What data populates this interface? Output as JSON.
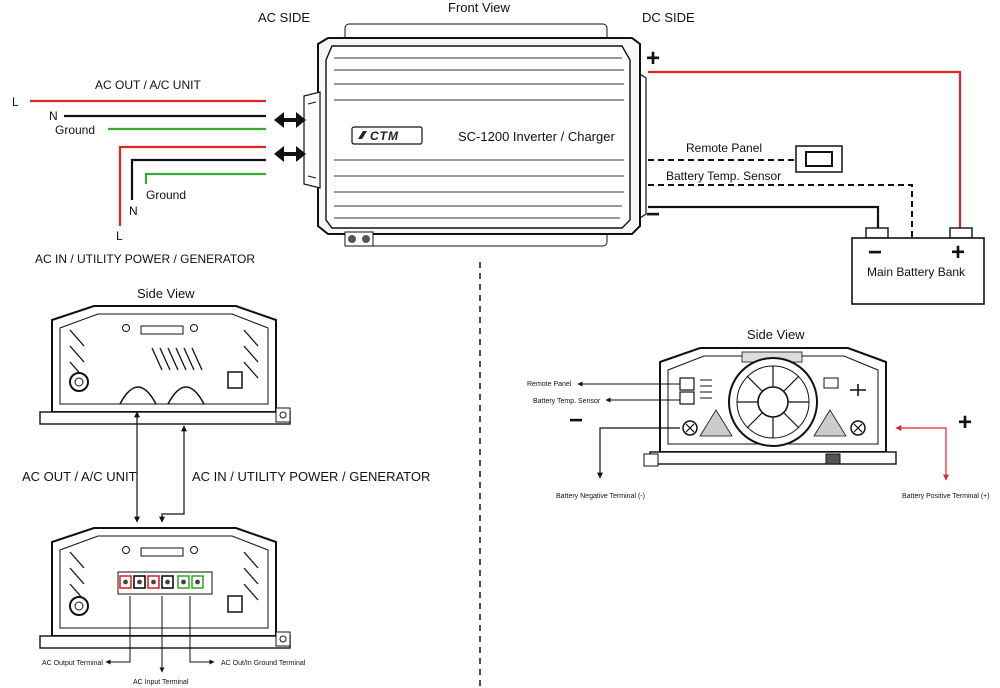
{
  "headers": {
    "ac_side": "AC SIDE",
    "front_view": "Front View",
    "dc_side": "DC SIDE"
  },
  "device": {
    "brand": "CTM",
    "model": "SC-1200 Inverter / Charger"
  },
  "ac_out": {
    "title": "AC OUT / A/C UNIT",
    "l": "L",
    "n": "N",
    "ground": "Ground"
  },
  "ac_in": {
    "title": "AC IN / UTILITY POWER / GENERATOR",
    "l": "L",
    "n": "N",
    "ground": "Ground"
  },
  "dc": {
    "plus": "+",
    "minus": "−",
    "remote_panel": "Remote Panel",
    "temp_sensor": "Battery Temp. Sensor",
    "battery": "Main Battery Bank",
    "battery_minus": "−",
    "battery_plus": "+"
  },
  "side_view_left": {
    "title": "Side View",
    "ac_out_label": "AC OUT / A/C UNIT",
    "ac_in_label": "AC IN / UTILITY POWER / GENERATOR",
    "ac_output_terminal": "AC Output Terminal",
    "ac_input_terminal": "AC Input Terminal",
    "ground_terminal": "AC Out/In Ground Terminal"
  },
  "side_view_right": {
    "title": "Side View",
    "remote_panel": "Remote Panel",
    "temp_sensor": "Battery Temp. Sensor",
    "minus": "−",
    "plus": "+",
    "neg_terminal": "Battery Negative Terminal (-)",
    "pos_terminal": "Battery Positive Terminal (+)"
  },
  "colors": {
    "live": "#e0262b",
    "neutral": "#111111",
    "ground": "#3aaa35"
  }
}
